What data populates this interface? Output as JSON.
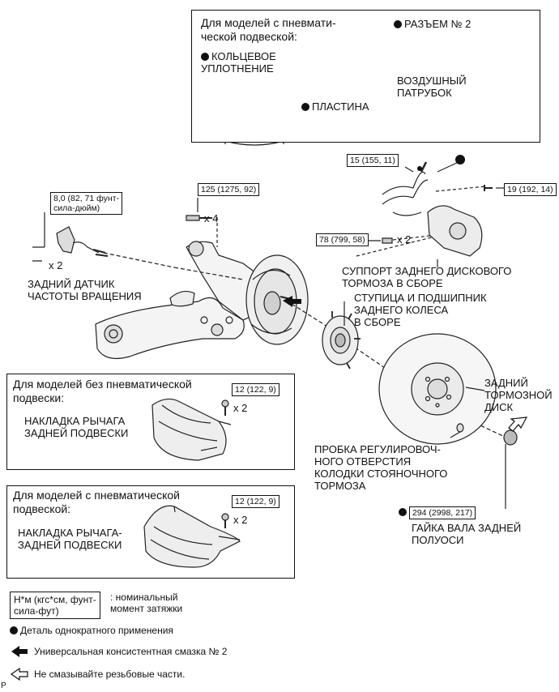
{
  "air_box": {
    "title": "Для моделей с пневмати-\nческой подвеской:",
    "connector_label": "РАЗЪЕМ № 2",
    "oring_label": "КОЛЬЦЕВОЕ\nУПЛОТНЕНИЕ",
    "plate_label": "ПЛАСТИНА",
    "air_hose_label": "ВОЗДУШНЫЙ\nПАТРУБОК"
  },
  "main": {
    "sensor_torque": "8,0 (82, 71 фунт-\nсила-дюйм)",
    "sensor_qty": "x 2",
    "sensor_label": "ЗАДНИЙ ДАТЧИК\nЧАСТОТЫ ВРАЩЕНИЯ",
    "knuckle_torque": "125 (1275, 92)",
    "knuckle_qty": "x 4",
    "brake_line_torque": "15 (155, 11)",
    "caliper_bolt_torque": "19 (192, 14)",
    "caliper_mount_torque": "78 (799, 58)",
    "caliper_mount_qty": "x 2",
    "caliper_label": "СУППОРТ ЗАДНЕГО ДИСКОВОГО\nТОРМОЗА В СБОРЕ",
    "hub_label": "СТУПИЦА И ПОДШИПНИК\nЗАДНЕГО КОЛЕСА\nВ СБОРЕ",
    "disc_label": "ЗАДНИЙ\nТОРМОЗНОЙ\nДИСК",
    "plug_label": "ПРОБКА РЕГУЛИРОВОЧ-\nНОГО ОТВЕРСТИЯ\nКОЛОДКИ СТОЯНОЧНОГО\nТОРМОЗА",
    "nut_torque": "294 (2998, 217)",
    "nut_label": "ГАЙКА ВАЛА ЗАДНЕЙ\nПОЛУОСИ"
  },
  "no_air_box": {
    "title": "Для моделей без пневматической\nподвески:",
    "torque": "12 (122, 9)",
    "qty": "x 2",
    "cover_label": "НАКЛАДКА РЫЧАГА\nЗАДНЕЙ ПОДВЕСКИ"
  },
  "with_air_box": {
    "title": "Для моделей с пневматической\nподвеской:",
    "torque": "12 (122, 9)",
    "qty": "x 2",
    "cover_label": "НАКЛАДКА РЫЧАГА-\nЗАДНЕЙ ПОДВЕСКИ"
  },
  "legend": {
    "torque_unit": "Н*м (кгс*см, фунт-\nсила-фут)",
    "torque_desc": ": номинальный\nмомент затяжки",
    "single_use": "Деталь однократного применения",
    "grease": "Универсальная консистентная смазка № 2",
    "no_grease": "Не смазывайте резьбовые части."
  },
  "figure_code": "P"
}
